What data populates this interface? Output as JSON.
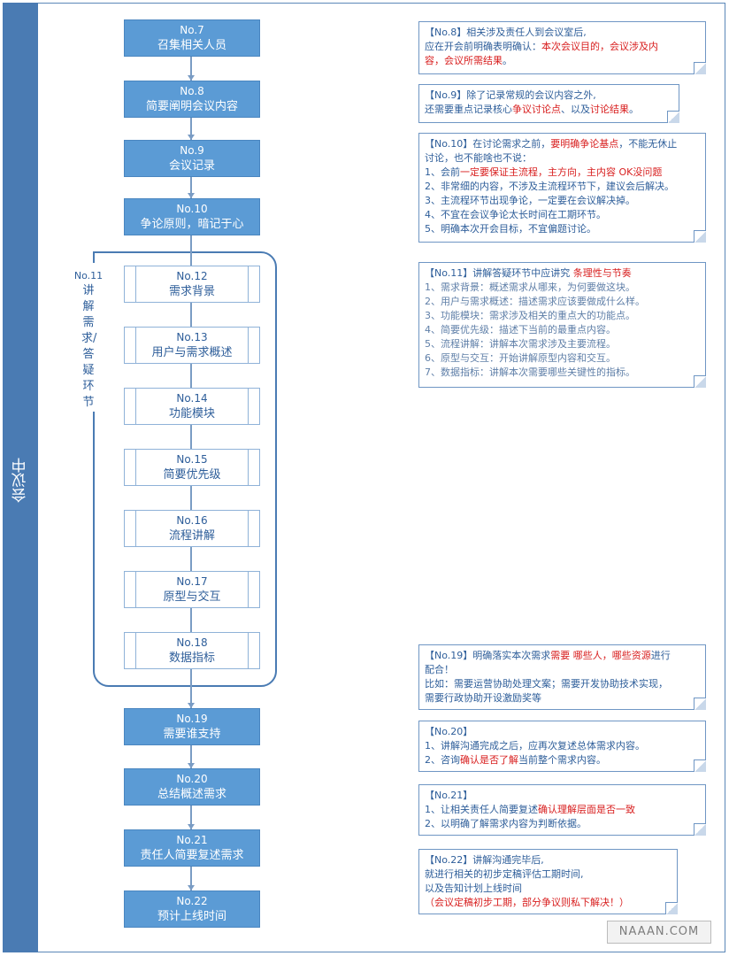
{
  "sidebar": {
    "label": "会议中"
  },
  "steps_top": [
    {
      "num": "No.7",
      "title": "召集相关人员"
    },
    {
      "num": "No.8",
      "title": "简要阐明会议内容"
    },
    {
      "num": "No.9",
      "title": "会议记录"
    },
    {
      "num": "No.10",
      "title": "争论原则，暗记于心"
    }
  ],
  "group": {
    "num": "No.11",
    "label": "讲解需求/答疑环节",
    "items": [
      {
        "num": "No.12",
        "title": "需求背景"
      },
      {
        "num": "No.13",
        "title": "用户与需求概述"
      },
      {
        "num": "No.14",
        "title": "功能模块"
      },
      {
        "num": "No.15",
        "title": "简要优先级"
      },
      {
        "num": "No.16",
        "title": "流程讲解"
      },
      {
        "num": "No.17",
        "title": "原型与交互"
      },
      {
        "num": "No.18",
        "title": "数据指标"
      }
    ]
  },
  "steps_bottom": [
    {
      "num": "No.19",
      "title": "需要谁支持"
    },
    {
      "num": "No.20",
      "title": "总结概述需求"
    },
    {
      "num": "No.21",
      "title": "责任人简要复述需求"
    },
    {
      "num": "No.22",
      "title": "预计上线时间"
    }
  ],
  "notes": {
    "n8": {
      "l1": "【No.8】相关涉及责任人到会议室后,",
      "l2a": "应在开会前明确表明确认：",
      "l2b": "本次会议目的，会议涉及内",
      "l3a": "容，会议所需结果",
      "l3b": "。"
    },
    "n9": {
      "l1": "【No.9】除了记录常规的会议内容之外,",
      "l2a": "还需要重点记录核心",
      "l2b": "争议讨论点",
      "l2c": "、以及",
      "l2d": "讨论结果",
      "l2e": "。"
    },
    "n10": {
      "l1a": "【No.10】在讨论需求之前，",
      "l1b": "要明确争论基点",
      "l1c": "，不能无休止",
      "l2": "讨论，也不能啥也不说：",
      "l3a": "1、会前",
      "l3b": "一定要保证主流程，主方向，主内容 OK没问题",
      "l4": "2、非常细的内容，不涉及主流程环节下，建议会后解决。",
      "l5": "3、主流程环节出现争论，一定要在会议解决掉。",
      "l6": "4、不宜在会议争论太长时间在工期环节。",
      "l7": "5、明确本次开会目标，不宜偏题讨论。"
    },
    "n11": {
      "l1a": "【No.11】讲解答疑环节中应讲究 ",
      "l1b": "条理性与节奏",
      "l2": "1、需求背景：概述需求从哪来，为何要做这块。",
      "l3": "2、用户与需求概述：描述需求应该要做成什么样。",
      "l4": "3、功能模块：需求涉及相关的重点大的功能点。",
      "l5": "4、简要优先级：描述下当前的最重点内容。",
      "l6": "5、流程讲解：讲解本次需求涉及主要流程。",
      "l7": "6、原型与交互：开始讲解原型内容和交互。",
      "l8": "7、数据指标：讲解本次需要哪些关键性的指标。"
    },
    "n19": {
      "l1a": "【No.19】明确落实本次需求",
      "l1b": "需要 哪些人，哪些资源",
      "l1c": "进行",
      "l2": "配合！",
      "l3": "比如：需要运营协助处理文案；需要开发协助技术实现，",
      "l4": "需要行政协助开设激励奖等"
    },
    "n20": {
      "l1": "【No.20】",
      "l2": "1、讲解沟通完成之后，应再次复述总体需求内容。",
      "l3a": "2、咨询",
      "l3b": "确认是否了解",
      "l3c": "当前整个需求内容。"
    },
    "n21": {
      "l1": "【No.21】",
      "l2a": "1、让相关责任人简要复述",
      "l2b": "确认理解层面是否一致",
      "l3": "2、以明确了解需求内容为判断依据。"
    },
    "n22": {
      "l1": "【No.22】讲解沟通完毕后,",
      "l2": "就进行相关的初步定稿评估工期时间,",
      "l3": "以及告知计划上线时间",
      "l4": "（会议定稿初步工期，部分争议则私下解决！）"
    }
  },
  "watermark": "NAAAN.COM",
  "colors": {
    "accent": "#4a7bb3",
    "box": "#5b9bd5",
    "highlight": "#d81e1e"
  }
}
